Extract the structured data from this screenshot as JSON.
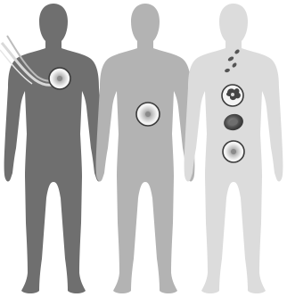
{
  "figures": [
    {
      "id": "dark-figure",
      "shade": "dark"
    },
    {
      "id": "mid-figure",
      "shade": "medium"
    },
    {
      "id": "light-figure",
      "shade": "light"
    }
  ],
  "colors": {
    "background": "#ffffff",
    "figure_dark": "#6f6f6f",
    "figure_mid": "#b3b3b3",
    "figure_light": "#dcdcdc",
    "cell_ring": "#3a3a3a",
    "cell_fill": "#f4f4f4",
    "cell_core": "#8a8a8a",
    "red_cell": "#5b5b5b",
    "tube": "#c9c9c9"
  },
  "icons": [
    "catheter-tube",
    "stem-cell-chest-icon",
    "stem-cell-abdomen-icon",
    "cell-fragment-icon",
    "white-blood-cell-icon",
    "red-blood-cell-icon",
    "stem-cell-light-icon"
  ]
}
